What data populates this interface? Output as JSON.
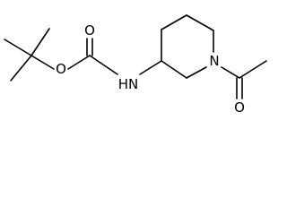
{
  "molecule": {
    "atoms": {
      "ester_oxygen": "O",
      "carbonyl_oxygen_carbamate": "O",
      "carbamate_nitrogen": "HN",
      "ring_nitrogen": "N",
      "carbonyl_oxygen_acetyl": "O"
    }
  },
  "colors": {
    "bond": "#000000",
    "text": "#000000",
    "background": "#ffffff"
  }
}
